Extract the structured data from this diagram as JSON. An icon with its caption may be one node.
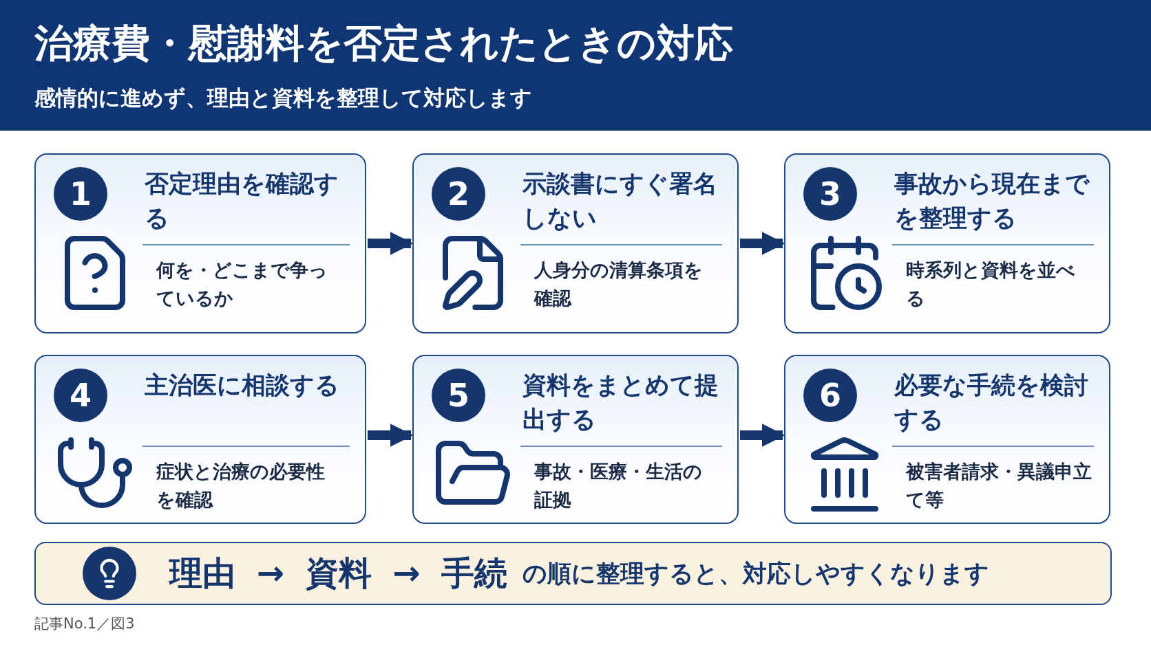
{
  "diagram": {
    "title": "治療費・慰謝料を否定されたときの対応",
    "nodes": [
      {
        "text": [
          "1",
          "否定理由を確認する",
          "何を・どこまで争っているか"
        ]
      },
      {
        "text": [
          "2",
          "示談書にすぐ署名しない",
          "人身分の清算条項を確認"
        ]
      },
      {
        "text": [
          "3",
          "事故から現在までを整理する",
          "時系列と資料を並べる"
        ]
      },
      {
        "text": [
          "4",
          "主治医に相談する",
          "症状と治療の必要性を確認"
        ]
      },
      {
        "text": [
          "5",
          "資料をまとめて提出する",
          "事故・医療・生活の証拠"
        ]
      },
      {
        "text": [
          "6",
          "必要な手続を検討する",
          "被害者請求・異議申立て等"
        ]
      },
      {
        "text": [
          "理由 → 資料 → 手続",
          "の順に整理すると、対応しやすくなります"
        ]
      }
    ],
    "edges": [
      {
        "from": 0,
        "to": 1,
        "arrow": "to"
      },
      {
        "from": 1,
        "to": 2,
        "arrow": "to"
      },
      {
        "from": 3,
        "to": 4,
        "arrow": "to"
      },
      {
        "from": 4,
        "to": 5,
        "arrow": "to"
      }
    ],
    "labels": [
      "感情的に進めず、理由と資料を整理して対応します"
    ],
    "caption": "記事No.1／図3"
  }
}
